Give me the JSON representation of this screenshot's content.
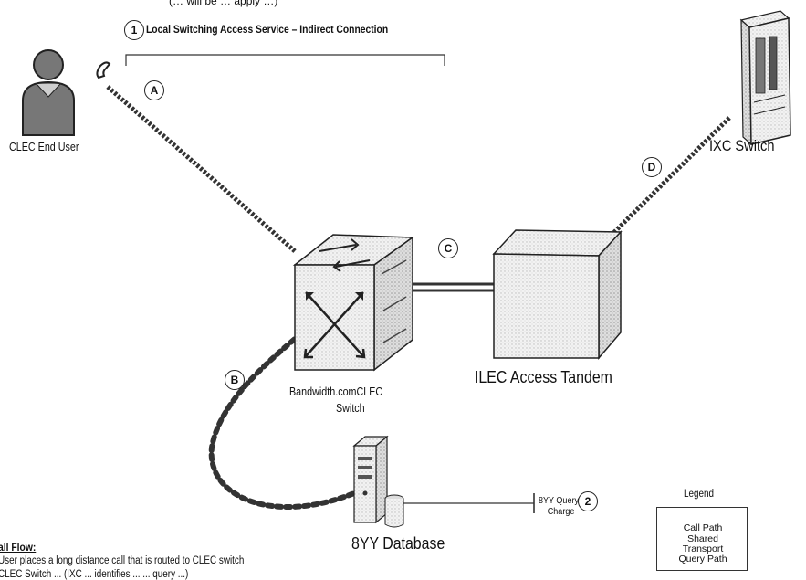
{
  "header_note": "(… will be … apply …)",
  "service": {
    "number": "1",
    "label": "Local Switching Access Service – Indirect Connection"
  },
  "query_charge": {
    "number": "2",
    "label_line1": "8YY Query",
    "label_line2": "Charge"
  },
  "segments": {
    "a": "A",
    "b": "B",
    "c": "C",
    "d": "D"
  },
  "nodes": {
    "end_user": "CLEC End User",
    "ixc_switch": "IXC Switch",
    "clec_switch_line1": "Bandwidth.comCLEC",
    "clec_switch_line2": "Switch",
    "access_tandem": "ILEC Access Tandem",
    "database": "8YY Database"
  },
  "legend": {
    "title": "Legend",
    "call_path": "Call Path",
    "shared": "Shared",
    "transport": "Transport",
    "query_path": "Query Path"
  },
  "call_flow": {
    "heading": "all Flow:",
    "line1": "User places a long distance call that is routed  to CLEC switch",
    "line2": "CLEC Switch ... (IXC ... identifies ... ... query ...)"
  }
}
